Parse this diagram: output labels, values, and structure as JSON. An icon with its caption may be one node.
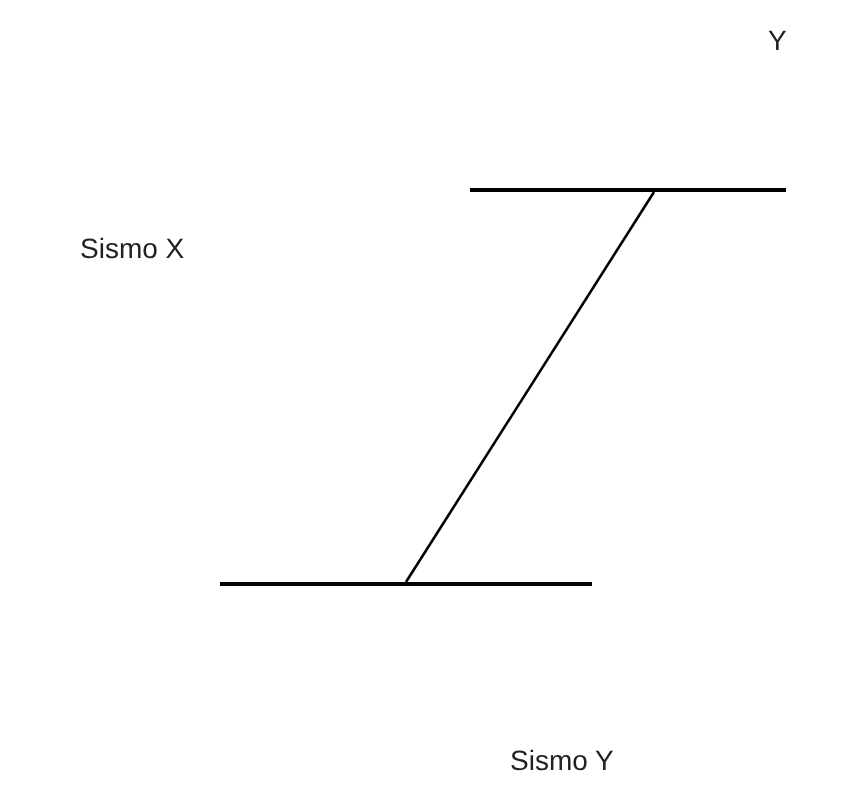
{
  "diagram": {
    "nodes": [
      {
        "text": [],
        "shape": "bar"
      },
      {
        "text": [],
        "shape": "bar"
      }
    ],
    "edges": [
      {
        "from": 0,
        "to": 1,
        "arrow": "none"
      }
    ],
    "labels": [
      "Y",
      "Sismo X",
      "Sismo Y"
    ]
  }
}
